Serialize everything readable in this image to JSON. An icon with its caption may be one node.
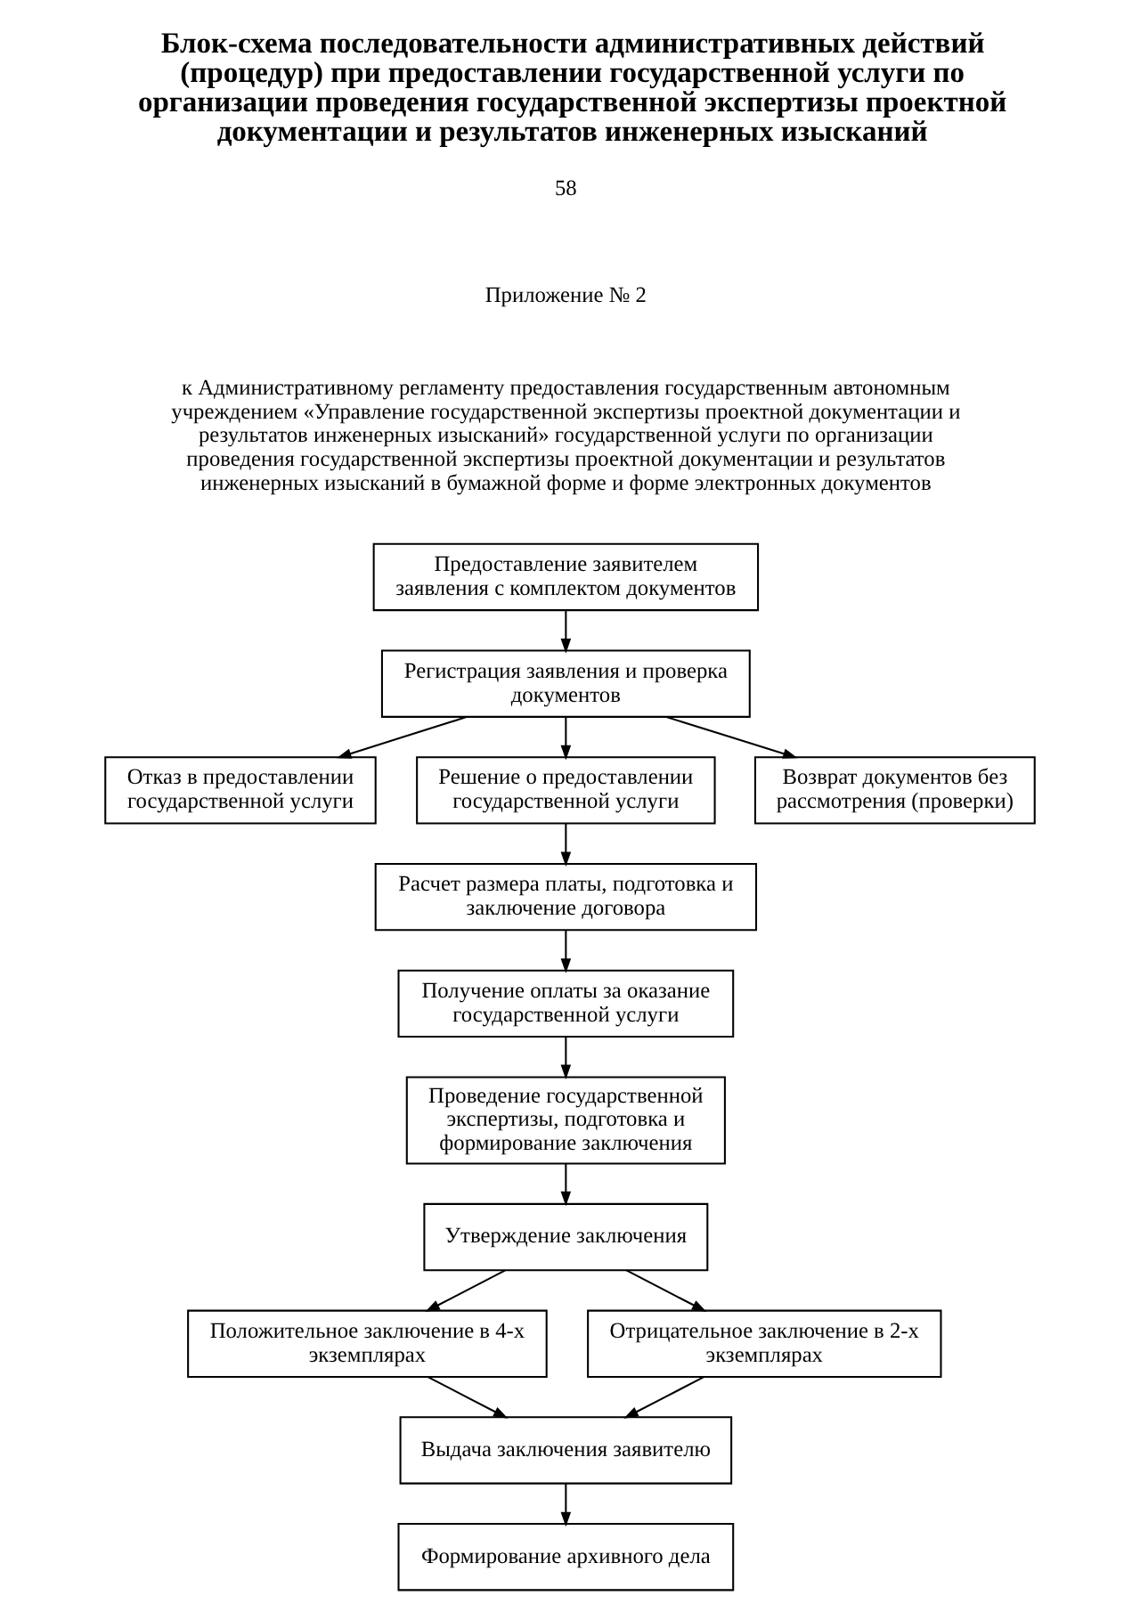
{
  "diagram": {
    "title": "Блок-схема последовательности административных действий (процедур) при предоставлении государственной услуги по организации проведения государственной экспертизы проектной документации и результатов инженерных изысканий",
    "nodes": [
      {
        "text": [
          "Предоставление заявителем заявления с комплектом документов"
        ]
      },
      {
        "text": [
          "Регистрация заявления и проверка документов"
        ]
      },
      {
        "text": [
          "Отказ в предоставлении государственной услуги"
        ]
      },
      {
        "text": [
          "Решение о предоставлении государственной услуги"
        ]
      },
      {
        "text": [
          "Возврат документов без рассмотрения (проверки)"
        ]
      },
      {
        "text": [
          "Расчет размера платы, подготовка и заключение договора"
        ]
      },
      {
        "text": [
          "Получение оплаты за оказание государственной услуги"
        ]
      },
      {
        "text": [
          "Проведение государственной экспертизы, подготовка и формирование заключения"
        ]
      },
      {
        "text": [
          "Утверждение заключения"
        ]
      },
      {
        "text": [
          "Положительное заключение в 4-х экземплярах"
        ]
      },
      {
        "text": [
          "Отрицательное заключение в 2-х экземплярах"
        ]
      },
      {
        "text": [
          "Выдача заключения заявителю"
        ]
      },
      {
        "text": [
          "Формирование архивного дела"
        ]
      }
    ],
    "edges": [
      {
        "from": 0,
        "to": 1,
        "arrow": "to"
      },
      {
        "from": 1,
        "to": 2,
        "arrow": "to"
      },
      {
        "from": 1,
        "to": 3,
        "arrow": "to"
      },
      {
        "from": 1,
        "to": 4,
        "arrow": "to"
      },
      {
        "from": 3,
        "to": 5,
        "arrow": "to"
      },
      {
        "from": 5,
        "to": 6,
        "arrow": "to"
      },
      {
        "from": 6,
        "to": 7,
        "arrow": "to"
      },
      {
        "from": 7,
        "to": 8,
        "arrow": "to"
      },
      {
        "from": 8,
        "to": 9,
        "arrow": "to"
      },
      {
        "from": 8,
        "to": 10,
        "arrow": "to"
      },
      {
        "from": 9,
        "to": 11,
        "arrow": "to"
      },
      {
        "from": 10,
        "to": 11,
        "arrow": "to"
      },
      {
        "from": 11,
        "to": 12,
        "arrow": "to"
      }
    ],
    "labels": [
      "58",
      "Приложение № 2",
      "к Административному регламенту предоставления государственным автономным учреждением «Управление государственной экспертизы проектной документации и результатов инженерных изысканий» государственной услуги по организации проведения государственной экспертизы проектной документации и результатов инженерных изысканий в бумажной форме и форме электронных документов"
    ]
  }
}
